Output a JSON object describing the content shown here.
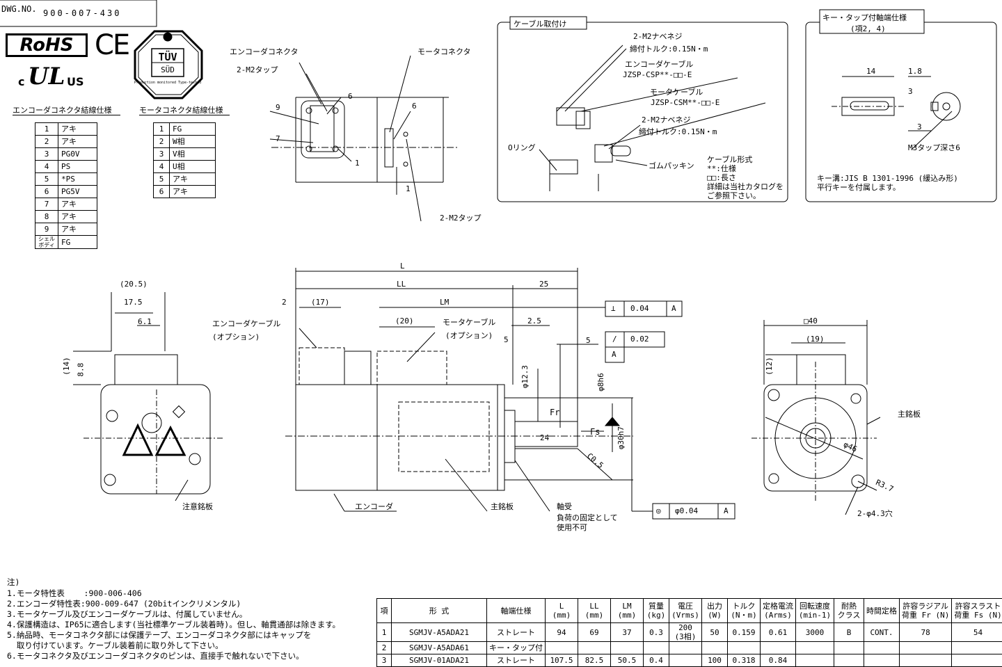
{
  "header": {
    "dwg_label": "DWG.NO.",
    "dwg_number": "900-007-430"
  },
  "logos": {
    "rohs": "RoHS",
    "ce": "CE",
    "tuv_main": "TÜV",
    "tuv_sud": "SÜD",
    "tuv_caption": "Production monitored Type-tested",
    "ul_c": "c",
    "ul_us": "US"
  },
  "encoder_wiring": {
    "title": "エンコーダコネクタ結線仕様",
    "rows": [
      [
        "1",
        "アキ"
      ],
      [
        "2",
        "アキ"
      ],
      [
        "3",
        "PG0V"
      ],
      [
        "4",
        "PS"
      ],
      [
        "5",
        "*PS"
      ],
      [
        "6",
        "PG5V"
      ],
      [
        "7",
        "アキ"
      ],
      [
        "8",
        "アキ"
      ],
      [
        "9",
        "アキ"
      ],
      [
        "シェル\nボディ",
        "FG"
      ]
    ]
  },
  "motor_wiring": {
    "title": "モータコネクタ結線仕様",
    "rows": [
      [
        "1",
        "FG"
      ],
      [
        "2",
        "W相"
      ],
      [
        "3",
        "V相"
      ],
      [
        "4",
        "U相"
      ],
      [
        "5",
        "アキ"
      ],
      [
        "6",
        "アキ"
      ]
    ]
  },
  "connector_view": {
    "encoder_connector": "エンコーダコネクタ",
    "m2_tap_top": "2-M2タップ",
    "motor_connector": "モータコネクタ",
    "n9": "9",
    "n6a": "6",
    "n7": "7",
    "n1a": "1",
    "n6b": "6",
    "n1b": "1",
    "m2_tap_bottom": "2-M2タップ"
  },
  "cable_box": {
    "title": "ケーブル取付け",
    "screw1": "2-M2ナベネジ",
    "torque1": "締付トルク:0.15N・m",
    "enc_cable": "エンコーダケーブル",
    "enc_model": "JZSP-CSP**-□□-E",
    "mot_cable": "モータケーブル",
    "mot_model": "JZSP-CSM**-□□-E",
    "screw2": "2-M2ナベネジ",
    "torque2": "締付トルク:0.15N・m",
    "oring": "Oリング",
    "gasket": "ゴムパッキン",
    "form_title": "ケーブル形式",
    "form_1": "**:仕様",
    "form_2": "□□:長さ",
    "form_3": "詳細は当社カタログを",
    "form_4": "ご参照下さい。"
  },
  "key_box": {
    "title1": "キー・タップ付軸端仕様",
    "title2": "(項2, 4)",
    "d14": "14",
    "d18": "1.8",
    "d3a": "3",
    "d3b": "3",
    "tap": "M3タップ深さ6",
    "note1": "キー溝:JIS B 1301-1996 (緩込み形)",
    "note2": "平行キーを付属します。"
  },
  "front_view": {
    "d205": "(20.5)",
    "d175": "17.5",
    "d61": "6.1",
    "d14": "(14)",
    "d88": "8.8",
    "caution": "注意銘板"
  },
  "side_view": {
    "L": "L",
    "LL": "LL",
    "d25": "25",
    "d2": "2",
    "d17": "(17)",
    "LM": "LM",
    "d20": "(20)",
    "enc_cable1": "エンコーダケーブル",
    "enc_cable2": "(オプション)",
    "mot_cable1": "モータケーブル",
    "mot_cable2": "(オプション)",
    "d25b": "2.5",
    "d5a": "5",
    "d5b": "5",
    "phi123": "φ12.3",
    "phi8h6": "φ8h6",
    "phi30h7": "φ30h7",
    "fr": "Fr",
    "fs": "Fs",
    "d24": "24",
    "c05": "C0.5",
    "tol1_sym": "⊥",
    "tol1_val": "0.04",
    "tol1_ref": "A",
    "tol2_sym": "/",
    "tol2_val": "0.02",
    "tol2_ref": "A",
    "tol3_sym": "◎",
    "tol3_val": "φ0.04",
    "tol3_ref": "A",
    "encoder": "エンコーダ",
    "nameplate": "主銘板",
    "bearing": "軸受",
    "bearing_note1": "負荷の固定として",
    "bearing_note2": "使用不可"
  },
  "end_view": {
    "sq40": "□40",
    "d19": "(19)",
    "d12": "(12)",
    "phi46": "φ46",
    "r37": "R3.7",
    "holes": "2-φ4.3穴",
    "nameplate": "主銘板"
  },
  "notes": {
    "title": "注)",
    "lines": [
      "1.モータ特性表    :900-006-406",
      "2.エンコーダ特性表:900-009-647 (20bitインクリメンタル)",
      "3.モータケーブル及びエンコーダケーブルは、付属していません。",
      "4.保護構造は、IP65に適合します(当社標準ケーブル装着時)。但し、軸貫通部は除きます。",
      "5.納品時、モータコネクタ部には保護テープ、エンコーダコネクタ部にはキャップを",
      "  取り付けています。ケーブル装着前に取り外して下さい。",
      "6.モータコネクタ及びエンコーダコネクタのピンは、直接手で触れないで下さい。"
    ]
  },
  "spec_table": {
    "headers": [
      "項",
      "形 式",
      "軸端仕様",
      "L\n(mm)",
      "LL\n(mm)",
      "LM\n(mm)",
      "質量\n(kg)",
      "電圧\n(Vrms)",
      "出力\n(W)",
      "トルク\n(N・m)",
      "定格電流\n(Arms)",
      "回転速度\n(min-1)",
      "耐熱\nクラス",
      "時間定格",
      "許容ラジアル\n荷重 Fr (N)",
      "許容スラスト\n荷重 Fs (N)"
    ],
    "rows": [
      [
        "1",
        "SGMJV-A5ADA21",
        "ストレート",
        "94",
        "69",
        "37",
        "0.3",
        "200\n(3相)",
        "50",
        "0.159",
        "0.61",
        "3000",
        "B",
        "CONT.",
        "78",
        "54"
      ],
      [
        "2",
        "SGMJV-A5ADA61",
        "キー・タップ付",
        "",
        "",
        "",
        "",
        "",
        "",
        "",
        "",
        "",
        "",
        "",
        "",
        ""
      ],
      [
        "3",
        "SGMJV-01ADA21",
        "ストレート",
        "107.5",
        "82.5",
        "50.5",
        "0.4",
        "",
        "100",
        "0.318",
        "0.84",
        "",
        "",
        "",
        "",
        ""
      ]
    ]
  }
}
